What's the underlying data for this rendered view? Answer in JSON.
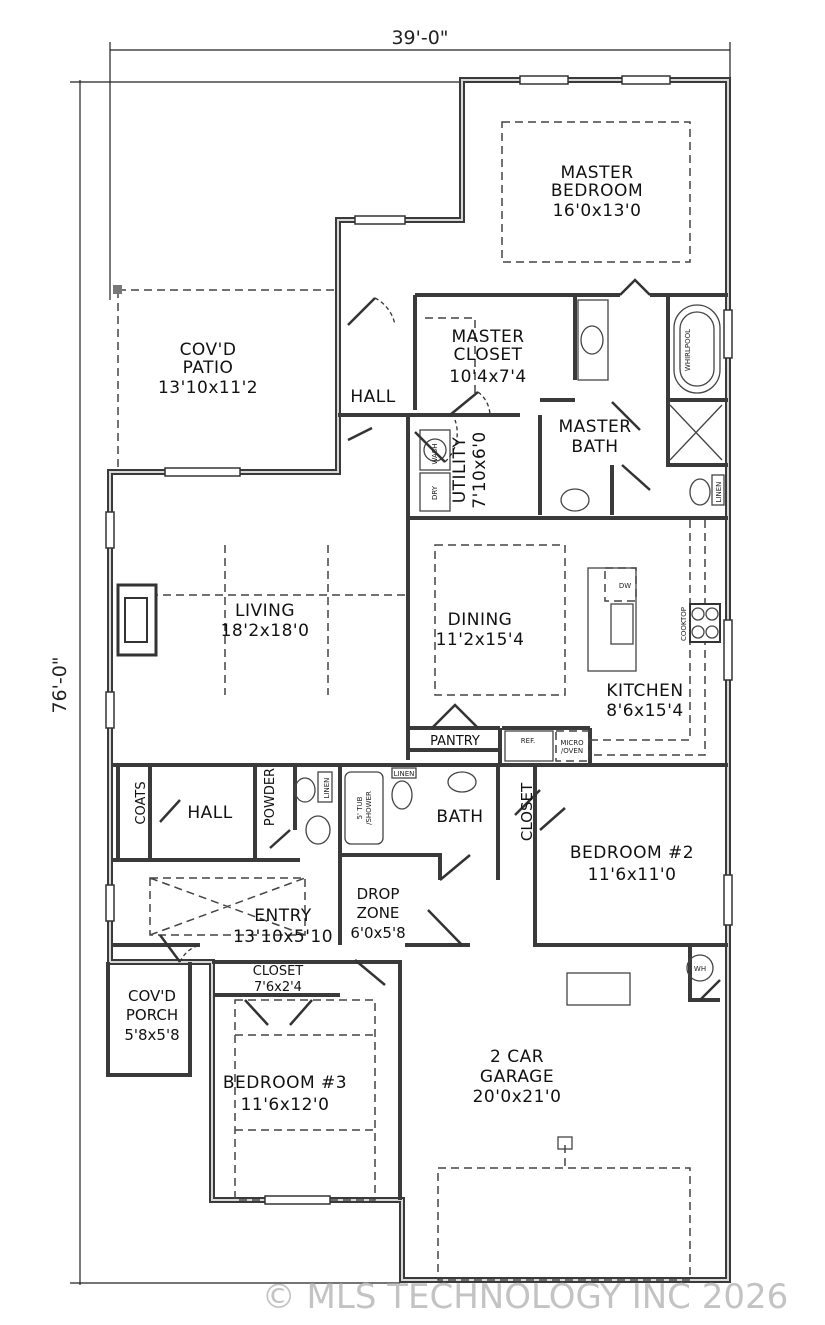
{
  "dimensions": {
    "width": "39'-0\"",
    "depth": "76'-0\""
  },
  "rooms": {
    "master_bedroom": {
      "name1": "MASTER",
      "name2": "BEDROOM",
      "size": "16'0x13'0"
    },
    "covd_patio": {
      "name1": "COV'D",
      "name2": "PATIO",
      "size": "13'10x11'2"
    },
    "hall_upper": {
      "name": "HALL"
    },
    "master_closet": {
      "name1": "MASTER",
      "name2": "CLOSET",
      "size": "10'4x7'4"
    },
    "utility": {
      "name": "UTILITY",
      "size": "7'10x6'0"
    },
    "master_bath": {
      "name1": "MASTER",
      "name2": "BATH"
    },
    "living": {
      "name": "LIVING",
      "size": "18'2x18'0"
    },
    "dining": {
      "name": "DINING",
      "size": "11'2x15'4"
    },
    "kitchen": {
      "name": "KITCHEN",
      "size": "8'6x15'4"
    },
    "pantry": {
      "name": "PANTRY"
    },
    "coats": {
      "name": "COATS"
    },
    "hall_lower": {
      "name": "HALL"
    },
    "powder": {
      "name": "POWDER"
    },
    "bath": {
      "name": "BATH"
    },
    "closet_bed2": {
      "name": "CLOSET"
    },
    "bedroom2": {
      "name": "BEDROOM #2",
      "size": "11'6x11'0"
    },
    "entry": {
      "name": "ENTRY",
      "size": "13'10x5'10"
    },
    "drop_zone": {
      "name1": "DROP",
      "name2": "ZONE",
      "size": "6'0x5'8"
    },
    "closet_bed3": {
      "name": "CLOSET",
      "size": "7'6x2'4"
    },
    "covd_porch": {
      "name1": "COV'D",
      "name2": "PORCH",
      "size": "5'8x5'8"
    },
    "bedroom3": {
      "name": "BEDROOM #3",
      "size": "11'6x12'0"
    },
    "garage": {
      "name1": "2 CAR",
      "name2": "GARAGE",
      "size": "20'0x21'0"
    }
  },
  "fixtures": {
    "wash": "WASH",
    "dry": "DRY",
    "dw": "DW",
    "cooktop": "COOKTOP",
    "ref": "REF.",
    "micro": "MICRO",
    "oven": "/OVEN",
    "linen": "LINEN",
    "whirlpool": "WHIRLPOOL",
    "tub": "5' TUB",
    "shower": "/SHOWER",
    "wh": "WH"
  },
  "watermark": "© MLS TECHNOLOGY INC 2026"
}
